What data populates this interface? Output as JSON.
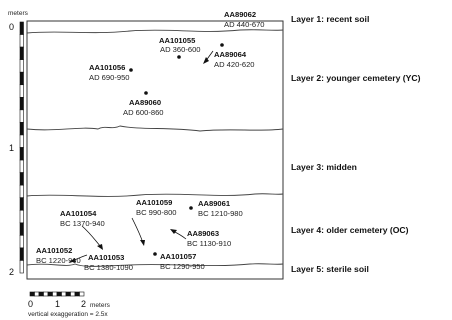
{
  "meters_label": "meters",
  "depth_ticks": [
    "0",
    "1",
    "2"
  ],
  "layers": [
    {
      "label": "Layer 1: recent soil"
    },
    {
      "label": "Layer 2: younger cemetery (YC)"
    },
    {
      "label": "Layer 3: midden"
    },
    {
      "label": "Layer 4: older cemetery (OC)"
    },
    {
      "label": "Layer 5: sterile soil"
    }
  ],
  "samples": [
    {
      "id": "AA101055",
      "date": "AD 360-600"
    },
    {
      "id": "AA89062",
      "date": "AD 440-670"
    },
    {
      "id": "AA101056",
      "date": "AD 690-950"
    },
    {
      "id": "AA89064",
      "date": "AD 420-620"
    },
    {
      "id": "AA89060",
      "date": "AD 600-860"
    },
    {
      "id": "AA101059",
      "date": "BC 990-800"
    },
    {
      "id": "AA89061",
      "date": "BC 1210-980"
    },
    {
      "id": "AA101054",
      "date": "BC 1370-940"
    },
    {
      "id": "AA89063",
      "date": "BC 1130-910"
    },
    {
      "id": "AA101052",
      "date": "BC 1220-910"
    },
    {
      "id": "AA101053",
      "date": "BC 1380-1090"
    },
    {
      "id": "AA101057",
      "date": "BC 1290-950"
    }
  ],
  "scale_bar": {
    "ticks": [
      "0",
      "1",
      "2"
    ],
    "unit": "meters",
    "note": "vertical exaggeration = 2.5x"
  }
}
